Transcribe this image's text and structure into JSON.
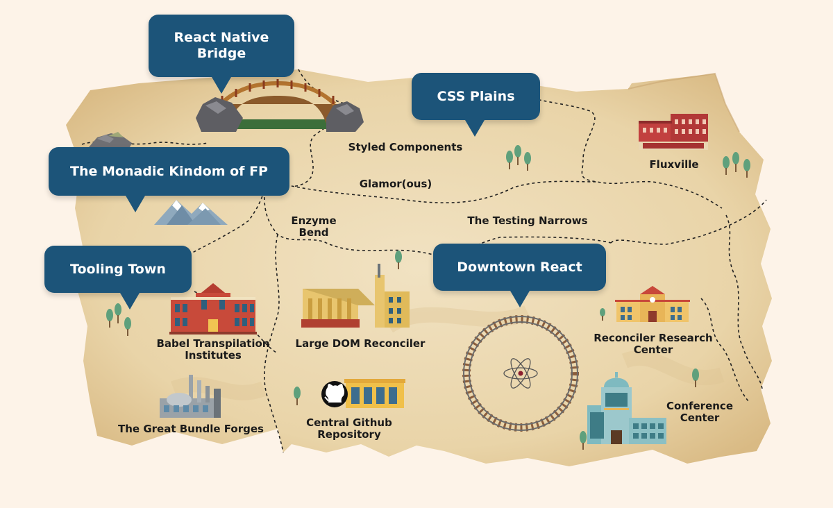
{
  "regions": [
    {
      "id": "bridge",
      "lines": [
        "React Native",
        "Bridge"
      ]
    },
    {
      "id": "css",
      "lines": [
        "CSS Plains"
      ]
    },
    {
      "id": "fp",
      "lines": [
        "The Monadic Kindom of FP"
      ]
    },
    {
      "id": "tooling",
      "lines": [
        "Tooling Town"
      ]
    },
    {
      "id": "downtown",
      "lines": [
        "Downtown React"
      ]
    }
  ],
  "places": [
    {
      "id": "styled",
      "lines": [
        "Styled Components"
      ]
    },
    {
      "id": "glamor",
      "lines": [
        "Glamor(ous)"
      ]
    },
    {
      "id": "fluxville",
      "lines": [
        "Fluxville"
      ]
    },
    {
      "id": "enzyme",
      "lines": [
        "Enzyme",
        "Bend"
      ]
    },
    {
      "id": "testing",
      "lines": [
        "The Testing Narrows"
      ]
    },
    {
      "id": "babel",
      "lines": [
        "Babel Transpilation",
        "Institutes"
      ]
    },
    {
      "id": "largedom",
      "lines": [
        "Large DOM Reconciler"
      ]
    },
    {
      "id": "reconciler",
      "lines": [
        "Reconciler Research",
        "Center"
      ]
    },
    {
      "id": "conference",
      "lines": [
        "Conference",
        "Center"
      ]
    },
    {
      "id": "bundle",
      "lines": [
        "The Great Bundle Forges"
      ]
    },
    {
      "id": "github",
      "lines": [
        "Central Github",
        "Repository"
      ]
    }
  ],
  "icons": [
    "bridge-icon",
    "mountains-icon",
    "rocks-icon",
    "trees-icon",
    "brick-building-icon",
    "school-building-icon",
    "factory-icon",
    "mill-building-icon",
    "github-icon",
    "warehouse-icon",
    "railway-loop-icon",
    "atom-icon",
    "research-building-icon",
    "conference-building-icon"
  ],
  "colors": {
    "background": "#fdf3e8",
    "parchment": "#eddcb5",
    "bubble": "#1c5479",
    "bubble_text": "#ffffff",
    "label_text": "#1a1a1a",
    "border_lines": "#222222"
  }
}
